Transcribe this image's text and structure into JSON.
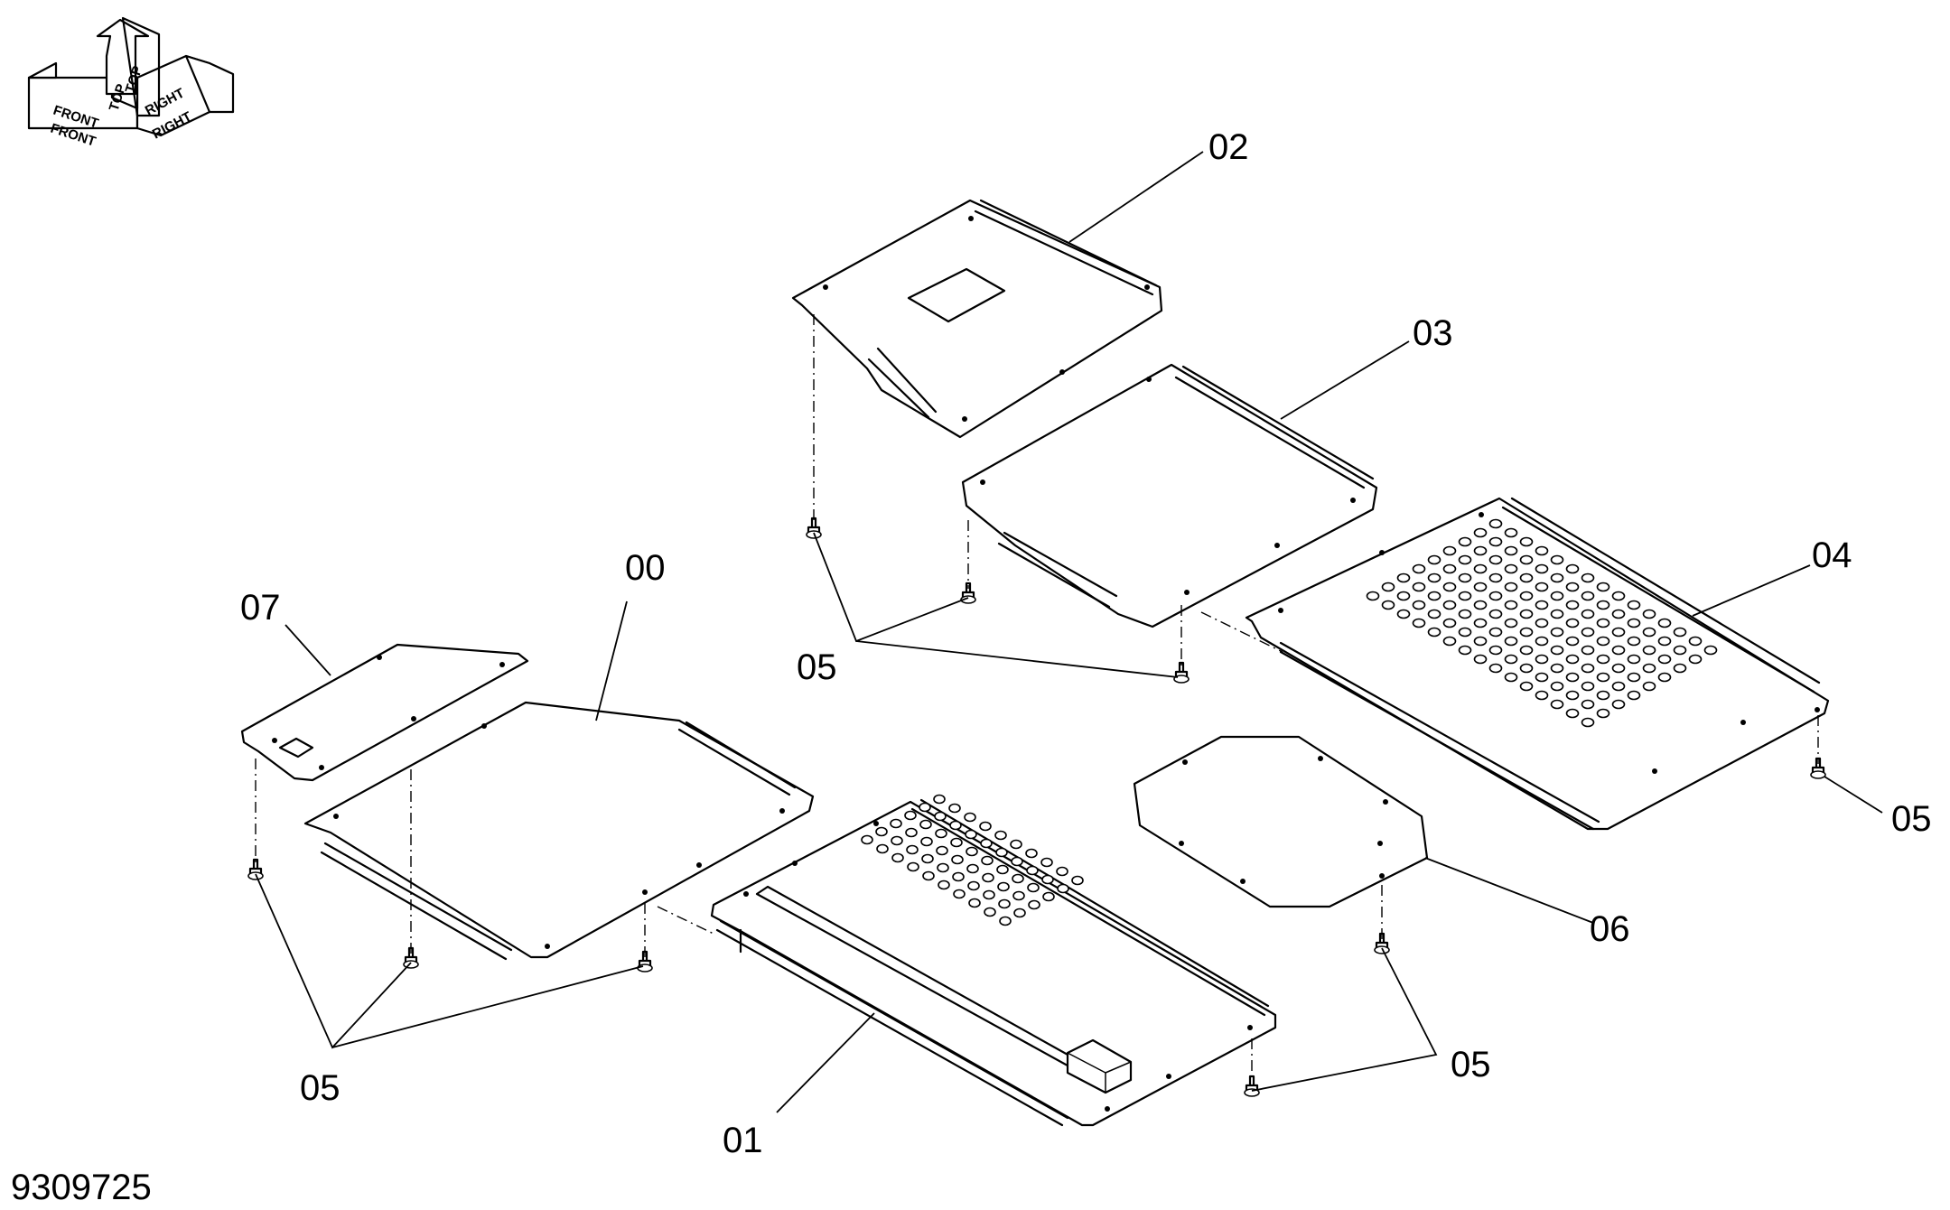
{
  "drawing_number": "9309725",
  "orientation": {
    "front_top": "FRONT",
    "front_bottom": "FRONT",
    "top_a": "TOP",
    "top_b": "TOP",
    "right_top": "RIGHT",
    "right_bottom": "RIGHT"
  },
  "callouts": {
    "c00": "00",
    "c01": "01",
    "c02": "02",
    "c03": "03",
    "c04": "04",
    "c05_upper": "05",
    "c05_right": "05",
    "c05_left": "05",
    "c05_bottom": "05",
    "c06": "06",
    "c07": "07"
  }
}
